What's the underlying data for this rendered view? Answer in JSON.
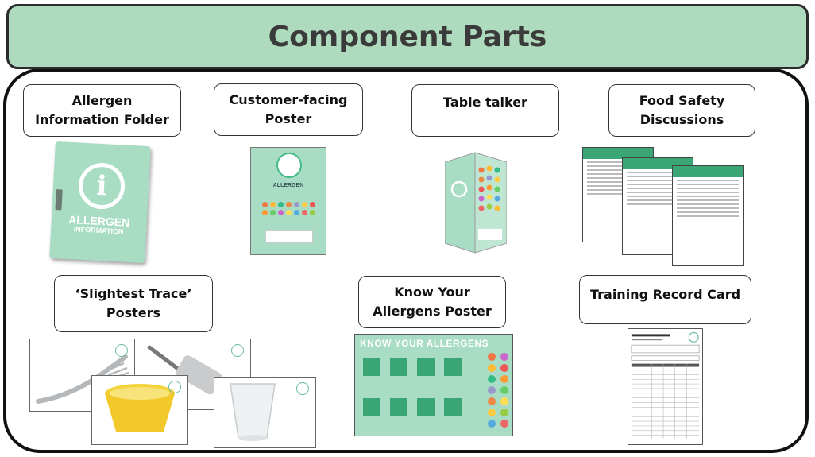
{
  "title": "Component Parts",
  "components": {
    "allergen_folder": {
      "line1": "Allergen",
      "line2": "Information Folder",
      "cover_line1": "ALLERGEN",
      "cover_line2": "INFORMATION"
    },
    "customer_poster": {
      "line1": "Customer-facing",
      "line2": "Poster",
      "poster_heading": "ALLERGEN"
    },
    "table_talker": {
      "line1": "Table talker"
    },
    "food_safety": {
      "line1": "Food Safety",
      "line2": "Discussions"
    },
    "slightest_trace": {
      "line1": "‘Slightest Trace’",
      "line2": "Posters"
    },
    "know_allergens": {
      "line1": "Know Your",
      "line2": "Allergens Poster",
      "poster_heading": "KNOW YOUR ALLERGENS"
    },
    "training_record": {
      "line1": "Training Record Card"
    }
  },
  "colors": {
    "title_bg": "#aedbbd",
    "mint": "#a9dcc4",
    "green": "#3aa676"
  }
}
